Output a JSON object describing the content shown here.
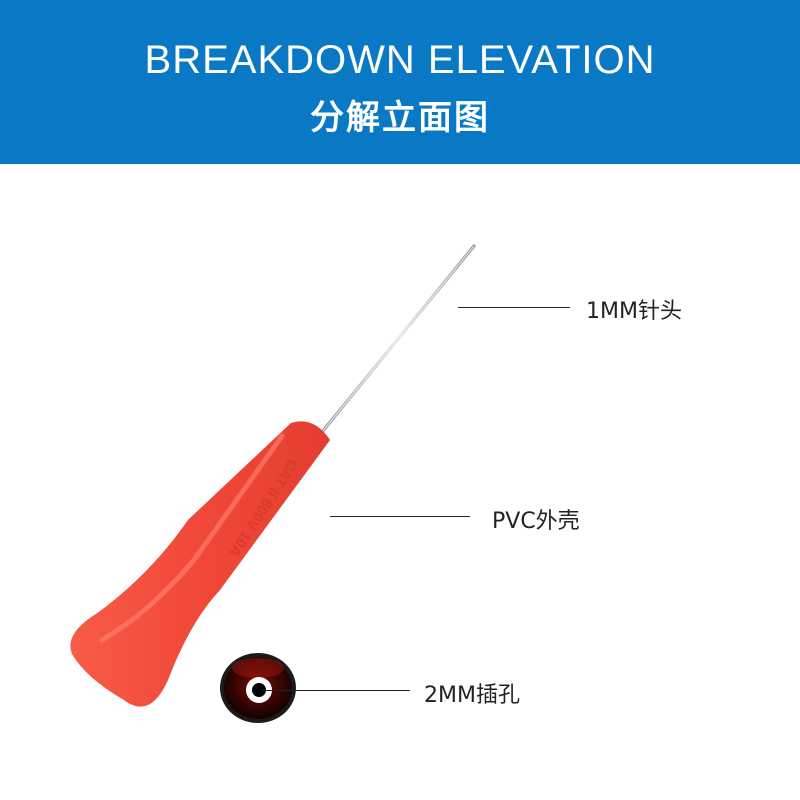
{
  "header": {
    "title_en": "BREAKDOWN ELEVATION",
    "title_zh": "分解立面图",
    "background_color": "#0a79c5"
  },
  "product": {
    "handle_print": "CAT II 600V 10A",
    "handle_color": "#f04a3a",
    "needle_color": "#b9bcc0"
  },
  "callouts": [
    {
      "label": "1MM针头"
    },
    {
      "label": "PVC外壳"
    },
    {
      "label": "2MM插孔"
    }
  ]
}
